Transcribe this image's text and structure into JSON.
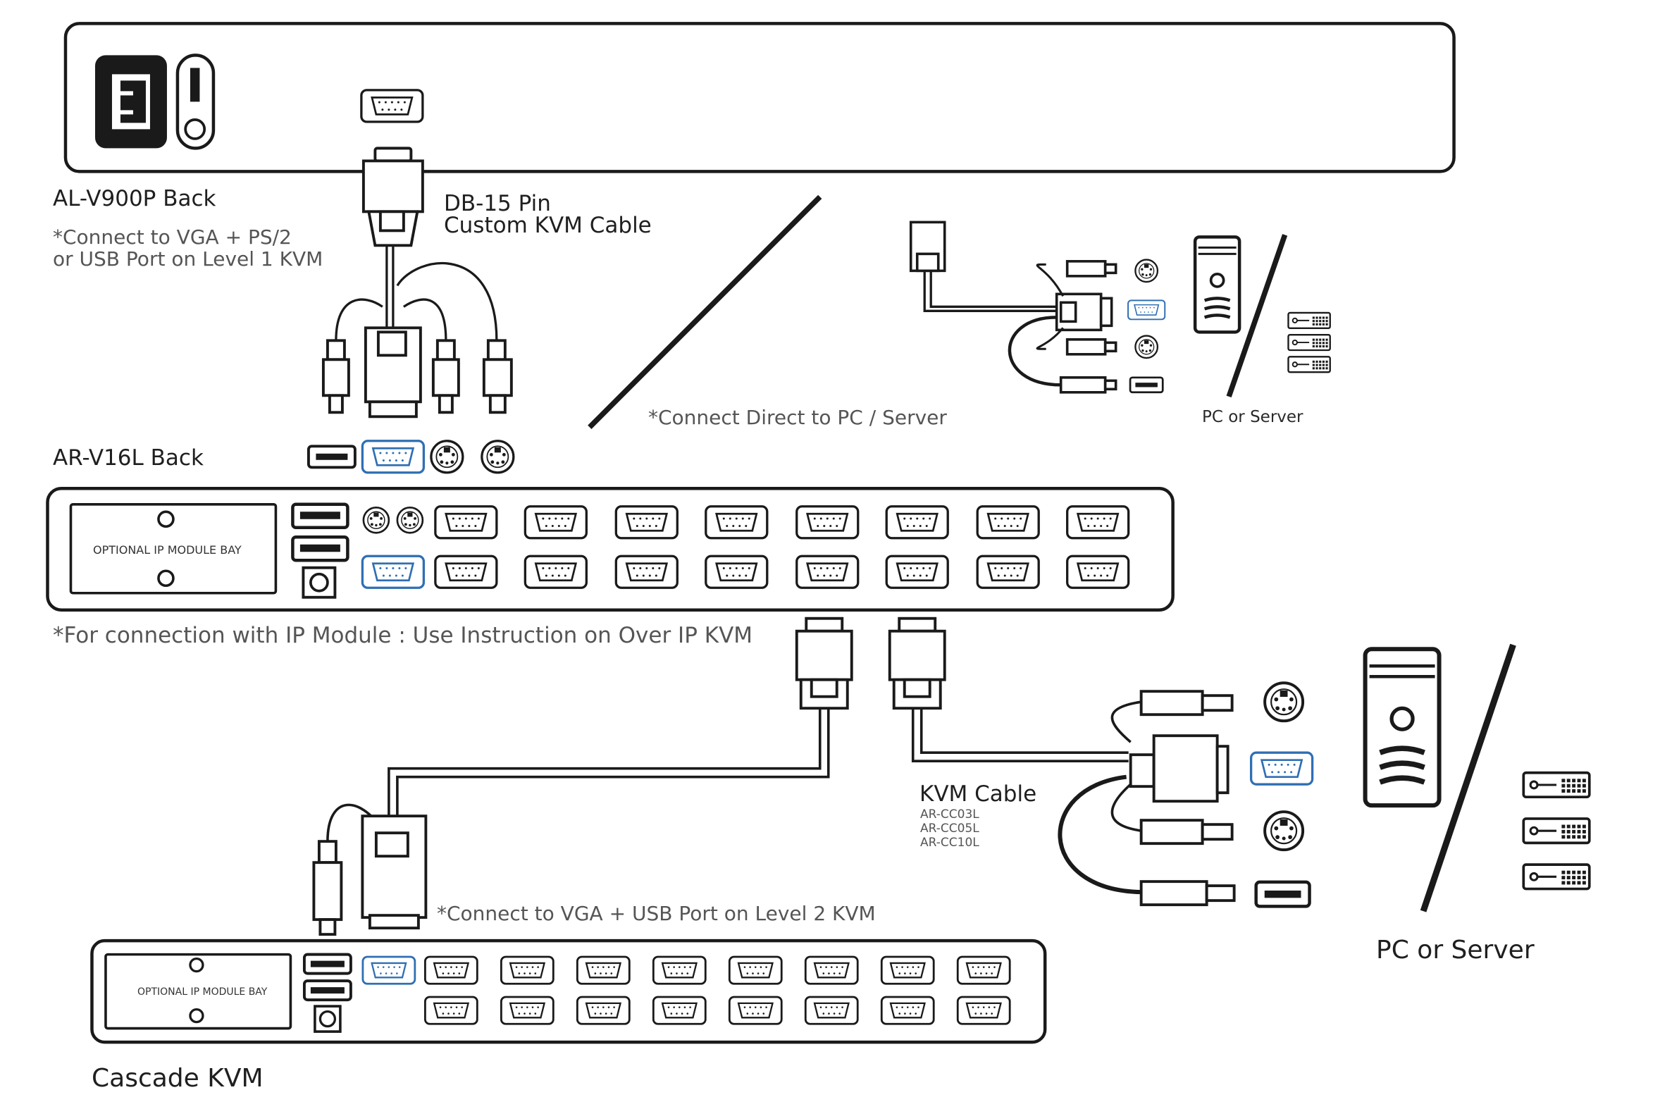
{
  "colors": {
    "line": "#1a1a1a",
    "accent": "#2f6fb3",
    "text": "#2a2a2a",
    "note": "#555555"
  },
  "labels": {
    "al_back": "AL-V900P Back",
    "al_note_1": "*Connect to VGA + PS/2",
    "al_note_2": "or USB Port on Level 1 KVM",
    "db15_1": "DB-15 Pin",
    "db15_2": "Custom KVM Cable",
    "direct_note": "*Connect Direct to PC / Server",
    "pc_small": "PC or Server",
    "ar_back": "AR-V16L Back",
    "ip_note": "*For connection with IP Module : Use Instruction on Over IP KVM",
    "kvm_cable": "KVM Cable",
    "model_1": "AR-CC03L",
    "model_2": "AR-CC05L",
    "model_3": "AR-CC10L",
    "vga_usb_note": "*Connect to VGA + USB Port on Level 2 KVM",
    "pc_large": "PC or Server",
    "cascade": "Cascade KVM",
    "bay_main": "OPTIONAL IP MODULE BAY",
    "bay_cascade": "OPTIONAL IP MODULE BAY"
  },
  "icons": [
    "power-inlet-icon",
    "power-switch-icon",
    "vga-port-icon",
    "usb-port-icon",
    "ps2-port-icon",
    "db15-connector-icon",
    "ps2-plug-icon",
    "usb-plug-icon",
    "pc-tower-icon",
    "server-rack-icon"
  ]
}
